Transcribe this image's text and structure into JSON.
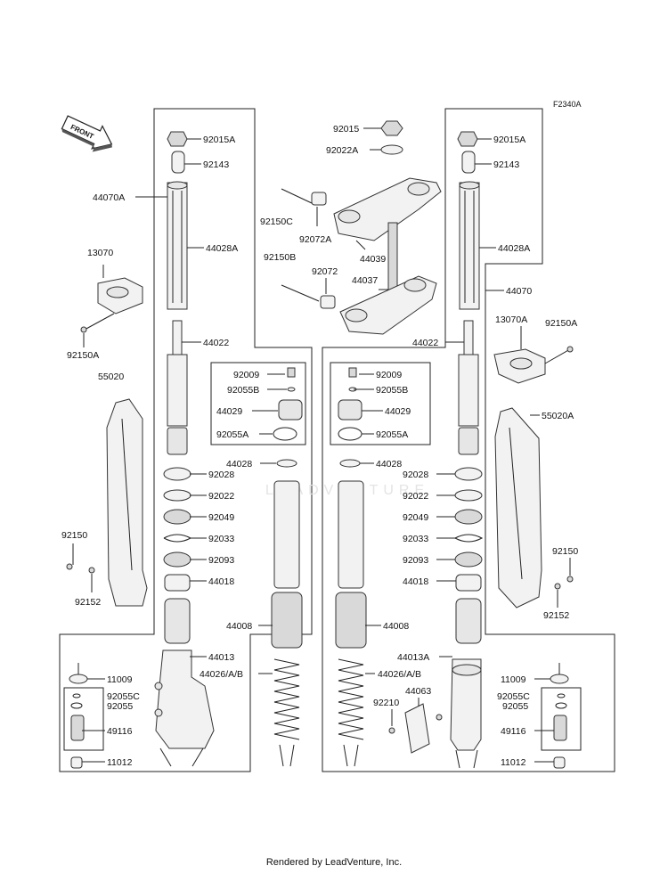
{
  "figure_id": "F2340A",
  "front_arrow_label": "FRONT",
  "footer": "Rendered by LeadVenture, Inc.",
  "watermark": "LEADVENTURE",
  "labels": {
    "l_92015A": "92015A",
    "l_92143": "92143",
    "l_44070A": "44070A",
    "l_44028A": "44028A",
    "l_13070": "13070",
    "l_92150A": "92150A",
    "l_44022": "44022",
    "l_55020": "55020",
    "l_92009": "92009",
    "l_92055B": "92055B",
    "l_44029": "44029",
    "l_92055A": "92055A",
    "l_44028": "44028",
    "l_92028": "92028",
    "l_92022": "92022",
    "l_92049": "92049",
    "l_92033": "92033",
    "l_92093": "92093",
    "l_44018": "44018",
    "l_92150": "92150",
    "l_92152": "92152",
    "l_44008": "44008",
    "l_44013": "44013",
    "l_44026AB": "44026/A/B",
    "l_11009": "11009",
    "l_92055C": "92055C",
    "l_92055": "92055",
    "l_49116": "49116",
    "l_11012": "11012",
    "c_92015": "92015",
    "c_92022A": "92022A",
    "c_92150C": "92150C",
    "c_92072A": "92072A",
    "c_44039": "44039",
    "c_92150B": "92150B",
    "c_92072": "92072",
    "c_44037": "44037",
    "r_92015A": "92015A",
    "r_92143": "92143",
    "r_44028A": "44028A",
    "r_44070": "44070",
    "r_13070A": "13070A",
    "r_92150A": "92150A",
    "r_44022": "44022",
    "r_55020A": "55020A",
    "r_92009": "92009",
    "r_92055B": "92055B",
    "r_44029": "44029",
    "r_92055A": "92055A",
    "r_44028": "44028",
    "r_92028": "92028",
    "r_92022": "92022",
    "r_92049": "92049",
    "r_92033": "92033",
    "r_92093": "92093",
    "r_44018": "44018",
    "r_92150": "92150",
    "r_92152": "92152",
    "r_44008": "44008",
    "r_44013A": "44013A",
    "r_44026AB": "44026/A/B",
    "r_44063": "44063",
    "r_92210": "92210",
    "r_11009": "11009",
    "r_92055C": "92055C",
    "r_92055": "92055",
    "r_49116": "49116",
    "r_11012": "11012"
  }
}
